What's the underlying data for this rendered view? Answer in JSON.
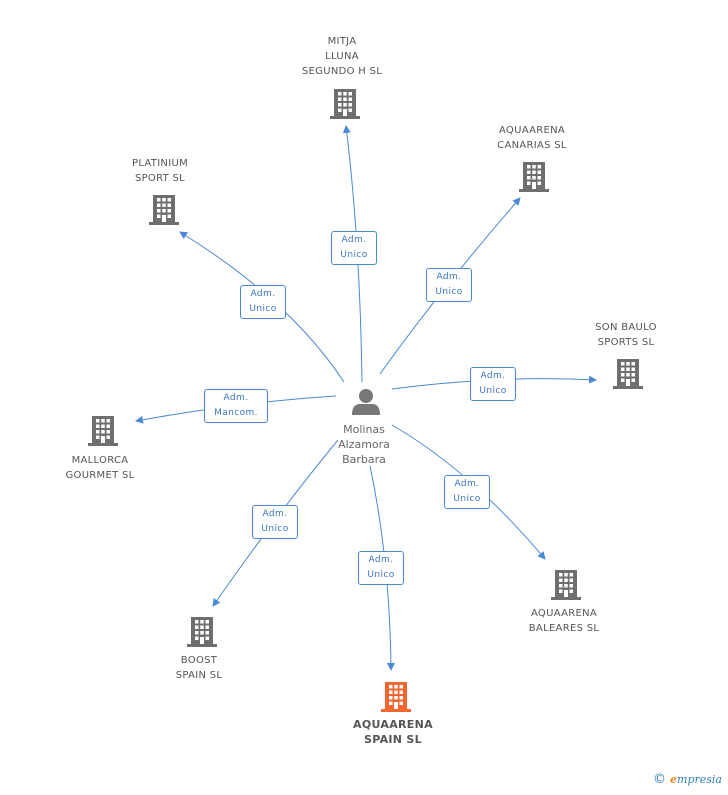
{
  "person": {
    "name": "Molinas\nAlzamora\nBarbara",
    "icon": "person-icon",
    "color": "#777777"
  },
  "companies": [
    {
      "id": "mitja",
      "name": "MITJA\nLLUNA\nSEGUNDO H SL",
      "role": "Adm.\nUnico",
      "icon": "building-icon"
    },
    {
      "id": "canarias",
      "name": "AQUAARENA\nCANARIAS SL",
      "role": "Adm.\nUnico",
      "icon": "building-icon"
    },
    {
      "id": "platinium",
      "name": "PLATINIUM\nSPORT SL",
      "role": "Adm.\nUnico",
      "icon": "building-icon"
    },
    {
      "id": "sonbaulo",
      "name": "SON BAULO\nSPORTS SL",
      "role": "Adm.\nUnico",
      "icon": "building-icon"
    },
    {
      "id": "mallorca",
      "name": "MALLORCA\nGOURMET SL",
      "role": "Adm.\nMancom.",
      "icon": "building-icon"
    },
    {
      "id": "baleares",
      "name": "AQUAARENA\nBALEARES SL",
      "role": "Adm.\nUnico",
      "icon": "building-icon"
    },
    {
      "id": "boost",
      "name": "BOOST\nSPAIN SL",
      "role": "Adm.\nUnico",
      "icon": "building-icon"
    },
    {
      "id": "spain",
      "name": "AQUAARENA\nSPAIN SL",
      "role": "Adm.\nUnico",
      "icon": "building-icon",
      "highlight": true
    }
  ],
  "colors": {
    "building": "#6f6f6f",
    "highlight": "#f2662f",
    "edge": "#4a8ad4"
  },
  "footer": {
    "copyright": "©",
    "brand_first": "e",
    "brand_rest": "mpresia"
  }
}
